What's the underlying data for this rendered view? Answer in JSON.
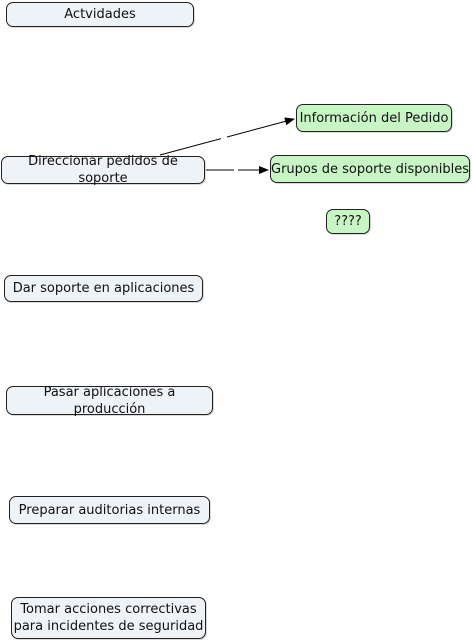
{
  "nodes": {
    "actividades": "Actvidades",
    "direccionar": "Direccionar pedidos de soporte",
    "informacion": "Información del Pedido",
    "grupos": "Grupos de soporte disponibles",
    "unknown": "????",
    "dar_soporte": "Dar soporte en aplicaciones",
    "pasar_apps": "Pasar aplicaciones a producción",
    "auditorias": "Preparar auditorias internas",
    "acciones": "Tomar acciones correctivas\npara incidentes de seguridad"
  },
  "colors": {
    "default_fill": "#eef3f7",
    "highlight_fill": "#c8f5c4",
    "border": "#222222"
  }
}
